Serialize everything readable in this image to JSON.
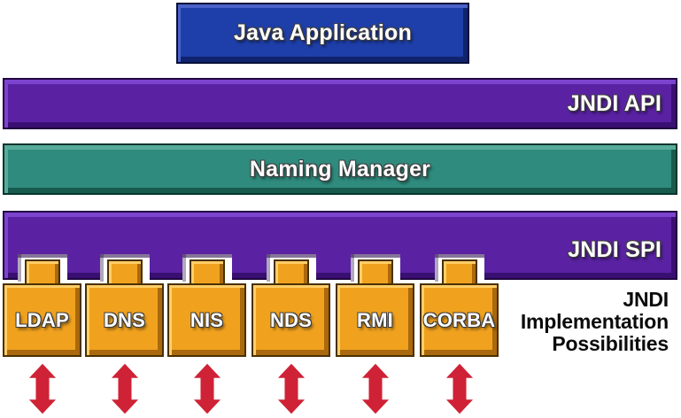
{
  "colors": {
    "background": "#ffffff",
    "blue": "#1e3fa9",
    "purple": "#5a22a3",
    "teal": "#2f8b7d",
    "orange": "#f0a21f",
    "red": "#cf2236"
  },
  "layers": {
    "java_application": {
      "label": "Java Application"
    },
    "jndi_api": {
      "label": "JNDI API"
    },
    "naming_manager": {
      "label": "Naming Manager"
    },
    "jndi_spi": {
      "label": "JNDI SPI"
    }
  },
  "providers": [
    {
      "label": "LDAP"
    },
    {
      "label": "DNS"
    },
    {
      "label": "NIS"
    },
    {
      "label": "NDS"
    },
    {
      "label": "RMI"
    },
    {
      "label": "CORBA"
    }
  ],
  "implementation_note": {
    "lines": [
      "JNDI",
      "Implementation",
      "Possibilities"
    ]
  },
  "arrows": {
    "count": 6,
    "direction": "vertical-bidirectional"
  }
}
